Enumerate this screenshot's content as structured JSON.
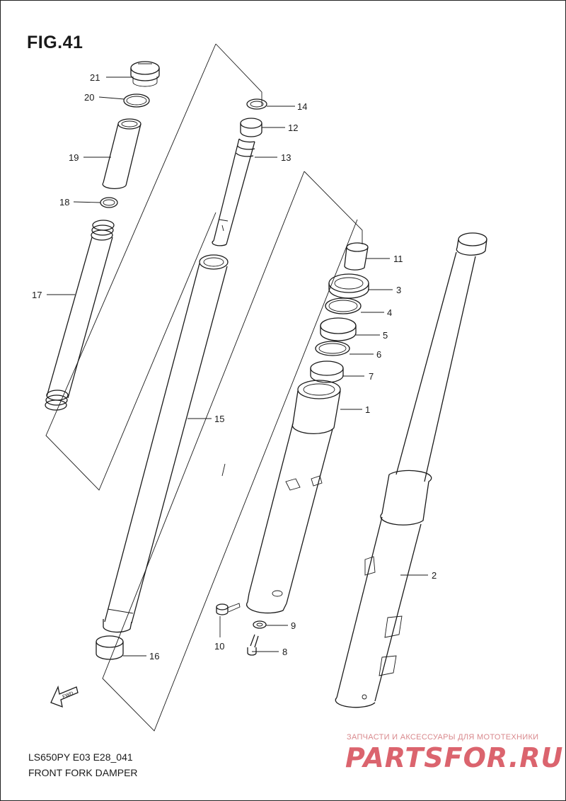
{
  "figure": {
    "title": "FIG.41"
  },
  "footer": {
    "model_code": "LS650PY E03 E28_041",
    "diagram_name": "FRONT FORK DAMPER"
  },
  "watermark": {
    "subtitle": "ЗАПЧАСТИ И АКСЕССУАРЫ ДЛЯ МОТОТЕХНИКИ",
    "logo": "PARTSFOR.RU"
  },
  "direction_badge": {
    "label": "FWD"
  },
  "callouts": [
    "1",
    "2",
    "3",
    "4",
    "5",
    "6",
    "7",
    "8",
    "9",
    "10",
    "11",
    "12",
    "13",
    "14",
    "15",
    "16",
    "17",
    "18",
    "19",
    "20",
    "21"
  ],
  "colors": {
    "line": "#1a1a1a",
    "watermark": "#d54a55"
  }
}
